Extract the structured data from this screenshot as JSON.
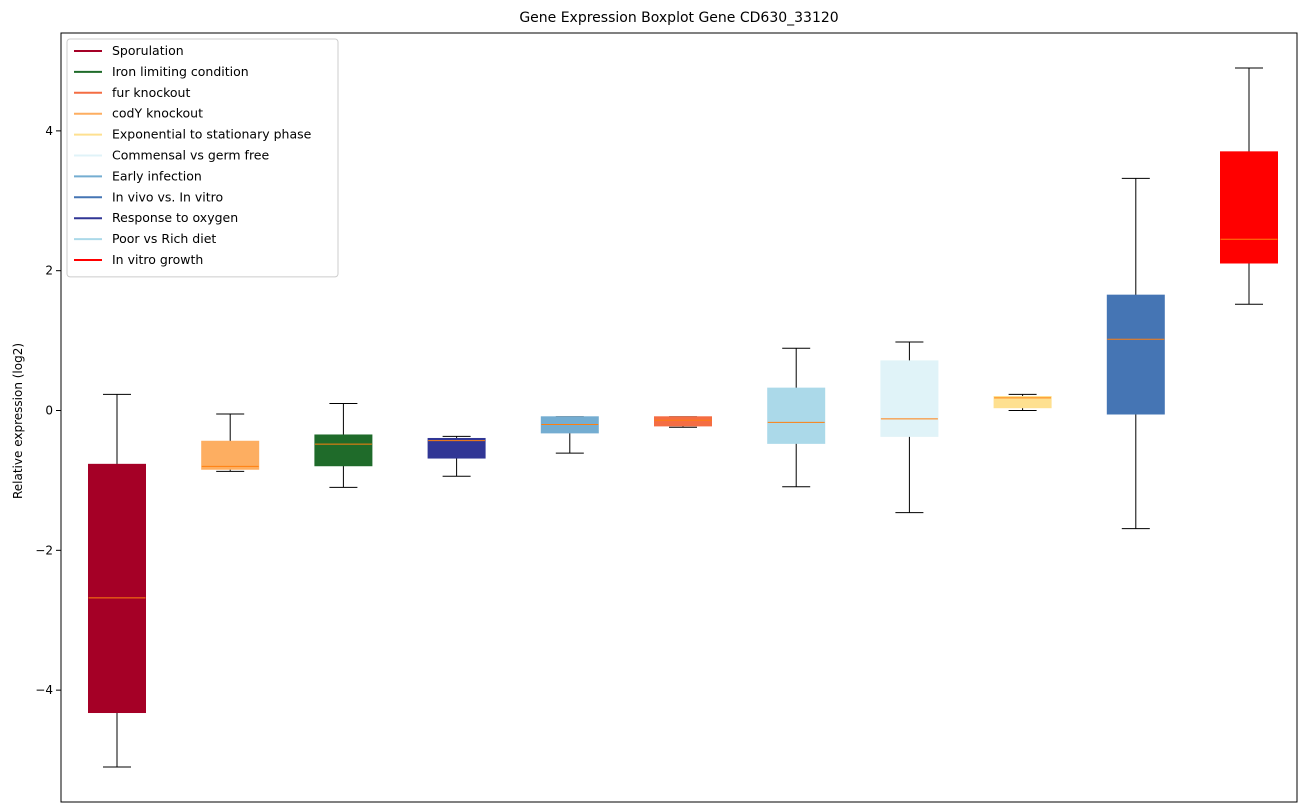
{
  "chart_data": {
    "type": "boxplot",
    "title": "Gene Expression Boxplot Gene CD630_33120",
    "xlabel": "",
    "ylabel": "Relative expression (log2)",
    "ylim": [
      -5.6,
      5.4
    ],
    "y_ticks": [
      -4,
      -2,
      0,
      2,
      4
    ],
    "x_ticks_shown": false,
    "grid": false,
    "legend_position": "upper-left",
    "median_color": "#ff7f0e",
    "legend": [
      {
        "label": "Sporulation",
        "color": "#a50026"
      },
      {
        "label": "Iron limiting condition",
        "color": "#1f6b2a"
      },
      {
        "label": "fur knockout",
        "color": "#f46d43"
      },
      {
        "label": "codY knockout",
        "color": "#fdae61"
      },
      {
        "label": "Exponential to stationary phase",
        "color": "#fee090"
      },
      {
        "label": "Commensal vs germ free",
        "color": "#e0f3f8"
      },
      {
        "label": "Early infection",
        "color": "#74add1"
      },
      {
        "label": "In vivo vs. In vitro",
        "color": "#4575b4"
      },
      {
        "label": "Response to oxygen",
        "color": "#313695"
      },
      {
        "label": "Poor vs Rich diet",
        "color": "#abd9e9"
      },
      {
        "label": "In vitro growth",
        "color": "#ff0000"
      }
    ],
    "series": [
      {
        "name": "Sporulation",
        "color": "#a50026",
        "whisker_low": -5.1,
        "q1": -4.32,
        "median": -2.68,
        "q3": -0.77,
        "whisker_high": 0.23
      },
      {
        "name": "codY knockout",
        "color": "#fdae61",
        "whisker_low": -0.87,
        "q1": -0.84,
        "median": -0.8,
        "q3": -0.44,
        "whisker_high": -0.05
      },
      {
        "name": "Iron limiting condition",
        "color": "#1f6b2a",
        "whisker_low": -1.1,
        "q1": -0.79,
        "median": -0.48,
        "q3": -0.35,
        "whisker_high": 0.1
      },
      {
        "name": "Response to oxygen",
        "color": "#313695",
        "whisker_low": -0.94,
        "q1": -0.68,
        "median": -0.43,
        "q3": -0.4,
        "whisker_high": -0.37
      },
      {
        "name": "Early infection",
        "color": "#74add1",
        "whisker_low": -0.61,
        "q1": -0.32,
        "median": -0.2,
        "q3": -0.09,
        "whisker_high": -0.09
      },
      {
        "name": "fur knockout",
        "color": "#f46d43",
        "whisker_low": -0.24,
        "q1": -0.22,
        "median": -0.14,
        "q3": -0.09,
        "whisker_high": -0.09
      },
      {
        "name": "Poor vs Rich diet",
        "color": "#abd9e9",
        "whisker_low": -1.09,
        "q1": -0.47,
        "median": -0.17,
        "q3": 0.32,
        "whisker_high": 0.89
      },
      {
        "name": "Commensal vs germ free",
        "color": "#e0f3f8",
        "whisker_low": -1.46,
        "q1": -0.37,
        "median": -0.12,
        "q3": 0.71,
        "whisker_high": 0.98
      },
      {
        "name": "Exponential to stationary phase",
        "color": "#fee090",
        "whisker_low": 0.0,
        "q1": 0.04,
        "median": 0.18,
        "q3": 0.2,
        "whisker_high": 0.23
      },
      {
        "name": "In vivo vs. In vitro",
        "color": "#4575b4",
        "whisker_low": -1.69,
        "q1": -0.05,
        "median": 1.02,
        "q3": 1.65,
        "whisker_high": 3.32
      },
      {
        "name": "In vitro growth",
        "color": "#ff0000",
        "whisker_low": 1.52,
        "q1": 2.11,
        "median": 2.45,
        "q3": 3.7,
        "whisker_high": 4.9
      }
    ]
  }
}
